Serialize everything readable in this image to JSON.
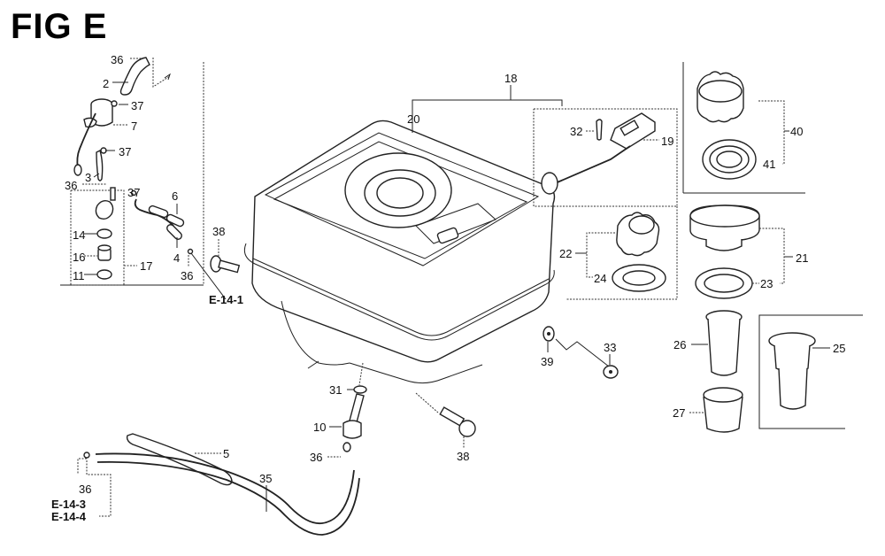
{
  "figure": {
    "title": "FIG E",
    "subject": "Fuel tank assembly exploded parts diagram"
  },
  "callouts": {
    "p2": "2",
    "p3": "3",
    "p4": "4",
    "p5": "5",
    "p6": "6",
    "p7": "7",
    "p10": "10",
    "p11": "11",
    "p14": "14",
    "p16": "16",
    "p17": "17",
    "p18": "18",
    "p19": "19",
    "p20": "20",
    "p21": "21",
    "p22": "22",
    "p23": "23",
    "p24": "24",
    "p25": "25",
    "p26": "26",
    "p27": "27",
    "p31": "31",
    "p32": "32",
    "p33": "33",
    "p35": "35",
    "p36a": "36",
    "p36b": "36",
    "p36c": "36",
    "p36d": "36",
    "p36e": "36",
    "p37a": "37",
    "p37b": "37",
    "p37c": "37",
    "p38a": "38",
    "p38b": "38",
    "p39": "39",
    "p40": "40",
    "p41": "41"
  },
  "references": {
    "e141": "E-14-1",
    "e143": "E-14-3",
    "e144": "E-14-4"
  }
}
